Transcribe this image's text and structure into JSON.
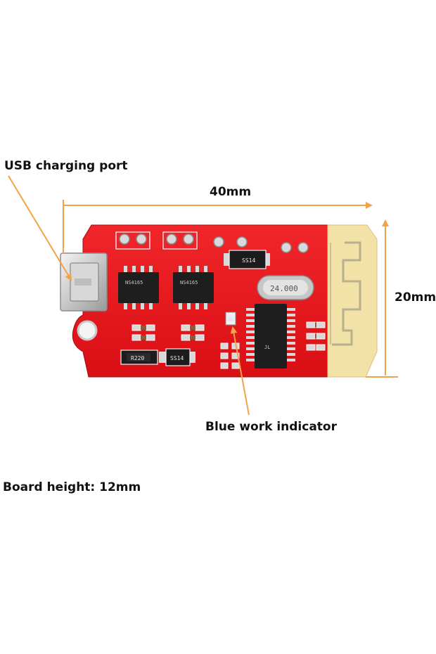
{
  "labels": {
    "usb_port": "USB charging port",
    "width": "40mm",
    "height": "20mm",
    "indicator": "Blue work indicator",
    "board_height": "Board height: 12mm"
  },
  "markings": {
    "amp_chip": "NS4165",
    "amp_chip_2": "NS4165",
    "diode_1": "SS14",
    "diode_2": "SS14",
    "crystal": "24.000",
    "resistor": "R220",
    "bt_chip_logo": "JL"
  },
  "colors": {
    "pcb": "#e8141a",
    "pcb_dark": "#b80d12",
    "antenna_area": "#f2e2a8",
    "arrow": "#f2a24a",
    "text": "#111111"
  },
  "icons": [
    "usb-port",
    "mounting-hole",
    "antenna-trace"
  ]
}
